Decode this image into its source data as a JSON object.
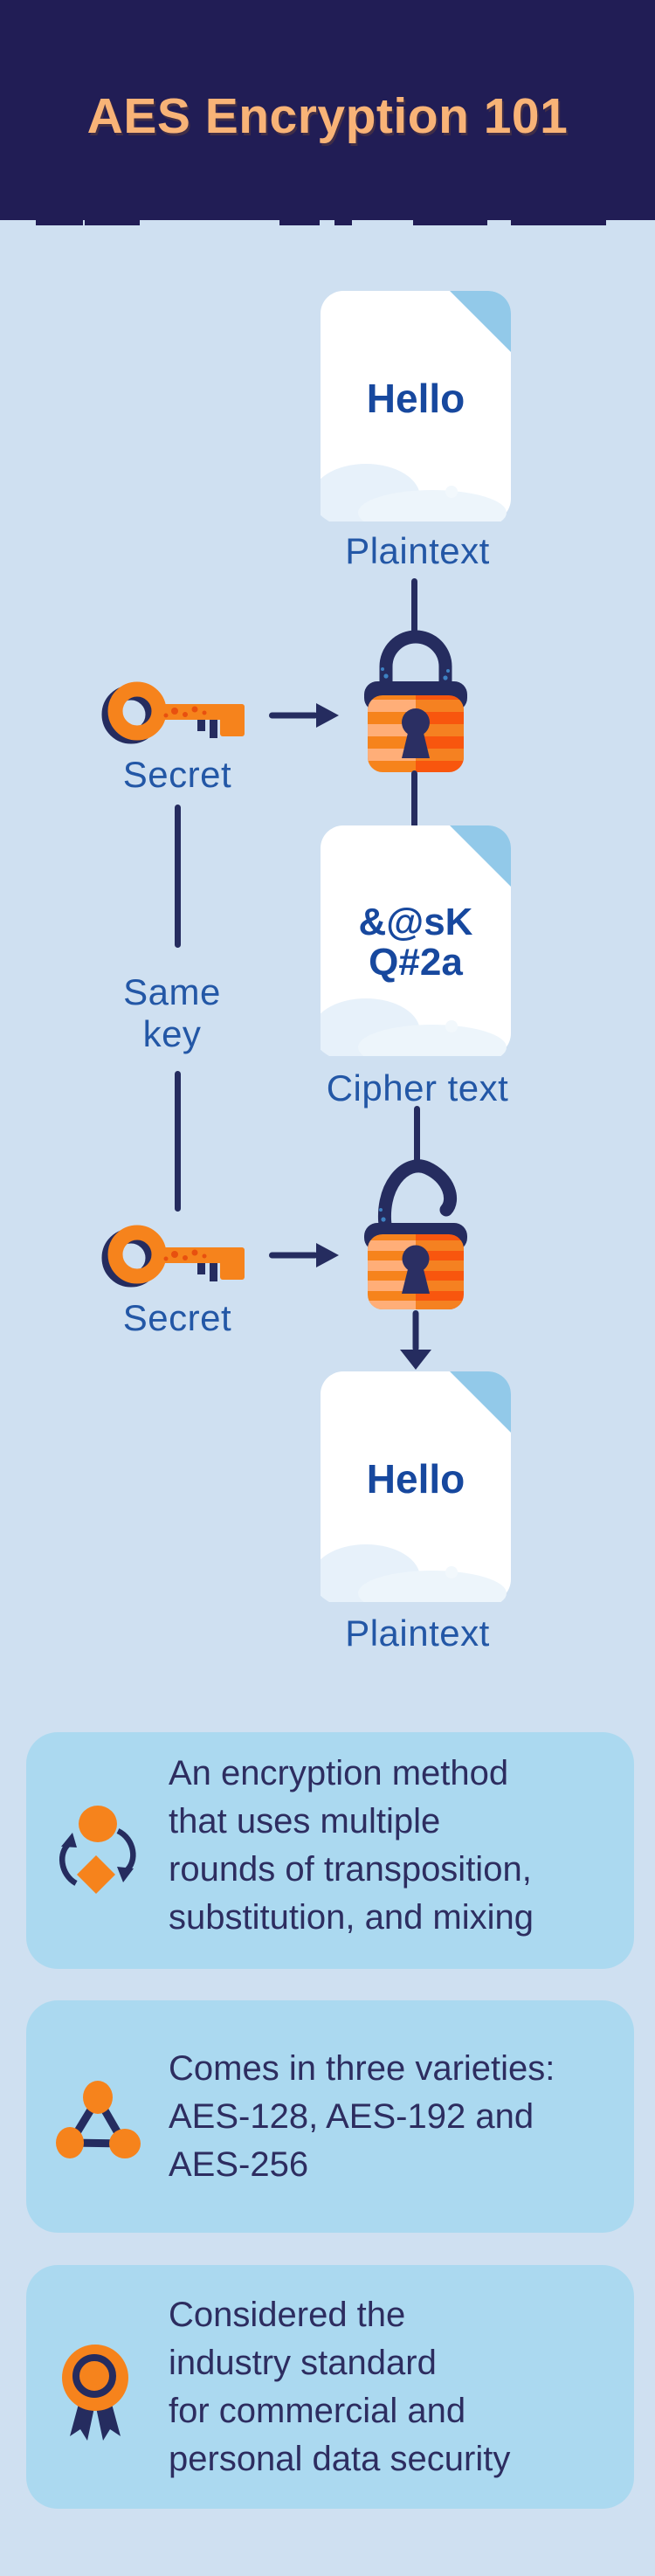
{
  "header": {
    "title": "AES Encryption 101"
  },
  "diagram": {
    "doc_top": {
      "content": "Hello",
      "label": "Plaintext"
    },
    "key_top": {
      "label": "Secret"
    },
    "same_key": {
      "line1": "Same",
      "line2": "key"
    },
    "cipher_doc": {
      "content_line1": "&@sK",
      "content_line2": "Q#2a",
      "label": "Cipher text"
    },
    "key_bottom": {
      "label": "Secret"
    },
    "doc_bottom": {
      "content": "Hello",
      "label": "Plaintext"
    }
  },
  "cards": [
    {
      "icon": "cycle-icon",
      "lines": [
        "An encryption method",
        "that uses multiple",
        "rounds of transposition,",
        "substitution, and mixing"
      ]
    },
    {
      "icon": "molecule-icon",
      "lines": [
        "Comes in three varieties:",
        "AES-128, AES-192 and",
        "AES-256"
      ]
    },
    {
      "icon": "medal-icon",
      "lines": [
        "Considered the",
        "industry standard",
        "for commercial and",
        "personal data security"
      ]
    }
  ],
  "colors": {
    "header_bg": "#211D55",
    "title_text": "#F8B377",
    "page_bg": "#CFE0F1",
    "card_bg": "#ABD9F0",
    "navy": "#252C5F",
    "orange": "#F6831C",
    "orange_pale": "#FFAE78",
    "orange_deep": "#F8560E",
    "label_blue": "#2357A6",
    "hello_blue": "#17489E",
    "card_text": "#2D2D60",
    "document_fold": "#92C9E9"
  }
}
